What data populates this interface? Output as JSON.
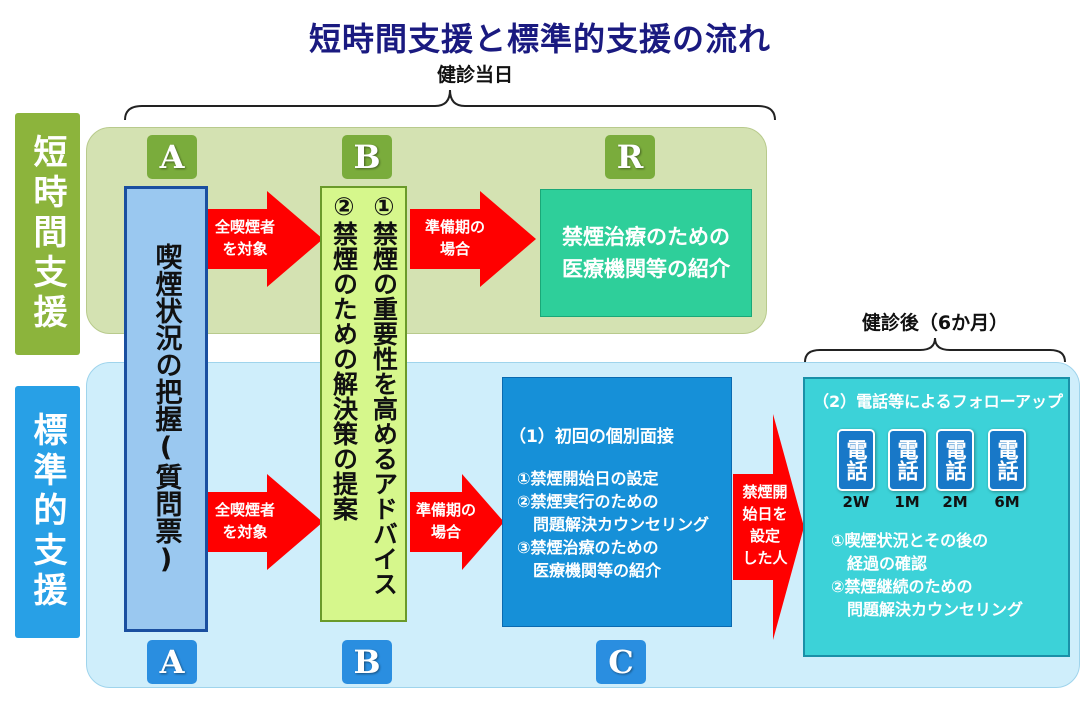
{
  "title": "短時間支援と標準的支援の流れ",
  "day_label": "健診当日",
  "after_label": "健診後（6か月）",
  "sections": {
    "short": "短時間支援",
    "standard": "標準的支援"
  },
  "letters": {
    "a": "A",
    "b": "B",
    "r": "R",
    "c": "C"
  },
  "assess_box": "喫煙状況の把握(質問票)",
  "advice_box": {
    "col1": "①禁煙の重要性を高めるアドバイス",
    "col2": "②禁煙のための解決策の提案"
  },
  "arrows": {
    "all_smokers_top": [
      "全喫煙者",
      "を対象"
    ],
    "prep_top": [
      "準備期の",
      "場合"
    ],
    "all_smokers_bottom": [
      "全喫煙者",
      "を対象"
    ],
    "prep_bottom": [
      "準備期の",
      "場合"
    ],
    "quit_date": [
      "禁煙開",
      "始日を",
      "設定",
      "した人"
    ]
  },
  "referral_box": [
    "禁煙治療のための",
    "医療機関等の紹介"
  ],
  "interview_box": {
    "heading": "（1）初回の個別面接",
    "items": [
      "①禁煙開始日の設定",
      "②禁煙実行のための",
      "　問題解決カウンセリング",
      "③禁煙治療のための",
      "　医療機関等の紹介"
    ]
  },
  "followup_box": {
    "heading": "（2）電話等によるフォローアップ",
    "phone_text": "電話",
    "phones": [
      "2W",
      "1M",
      "2M",
      "6M"
    ],
    "items": [
      "①喫煙状況とその後の",
      "　経過の確認",
      "②禁煙継続のための",
      "　問題解決カウンセリング"
    ]
  },
  "colors": {
    "title": "#1a1a80",
    "short_label": "#8cb43c",
    "short_panel": "#d4e2b2",
    "standard_label": "#28a0e6",
    "standard_panel": "#cfeefb",
    "arrow": "#ff0000",
    "letter_green": "#7aac3c",
    "letter_blue": "#2a8ee0",
    "assess_box": "#9ac8f0",
    "advice_box": "#d6f78c",
    "referral_box": "#2ecf9a",
    "interview_box": "#1690d8",
    "followup_box": "#3cd2d8"
  }
}
